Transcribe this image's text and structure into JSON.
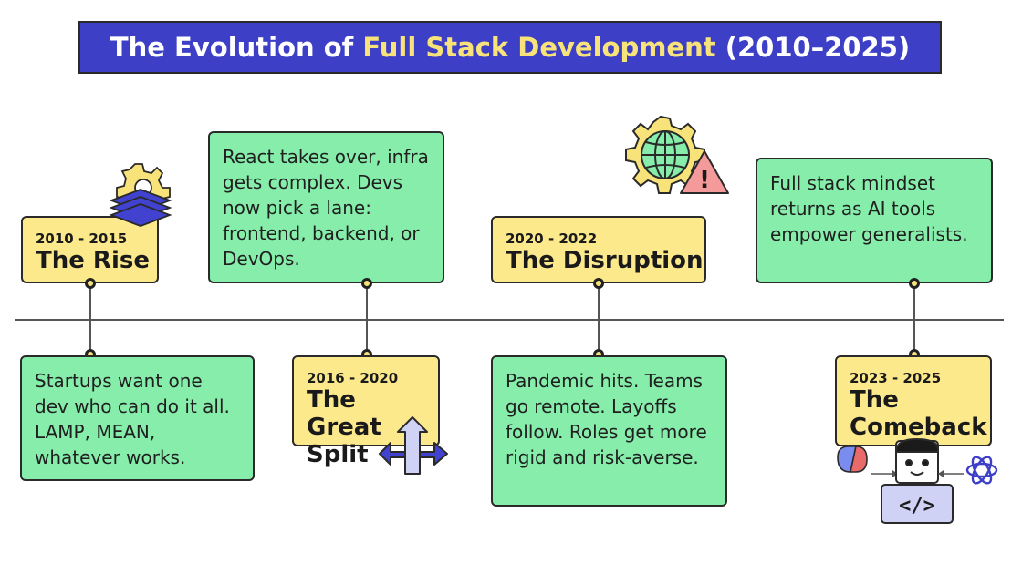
{
  "title": {
    "part1": "The Evolution of ",
    "highlight": "Full Stack Development",
    "part2": " (2010–2025)"
  },
  "milestones": [
    {
      "period": "2010 - 2015",
      "stage": "The Rise",
      "description": "Startups want one dev who can do it all. LAMP, MEAN, whatever works."
    },
    {
      "period": "2016 - 2020",
      "stage": "The Great Split",
      "description": "React takes over, infra gets complex. Devs now pick a lane: frontend, backend, or DevOps."
    },
    {
      "period": "2020 - 2022",
      "stage": "The Disruption",
      "description": "Pandemic hits. Teams go remote. Layoffs follow. Roles get more rigid and risk-averse."
    },
    {
      "period": "2023 - 2025",
      "stage": "The Comeback",
      "description": "Full stack mindset returns as AI tools empower generalists."
    }
  ],
  "icons": {
    "rise": "gear-layers-icon",
    "split": "split-arrows-icon",
    "disruption": "globe-gear-warning-icon",
    "comeback": "developer-ai-icon",
    "code_symbol": "</>",
    "warning_symbol": "!"
  },
  "colors": {
    "title_bg": "#3d3fc7",
    "title_highlight": "#f7e37a",
    "card_green": "#86edab",
    "card_yellow": "#fbe98c"
  }
}
